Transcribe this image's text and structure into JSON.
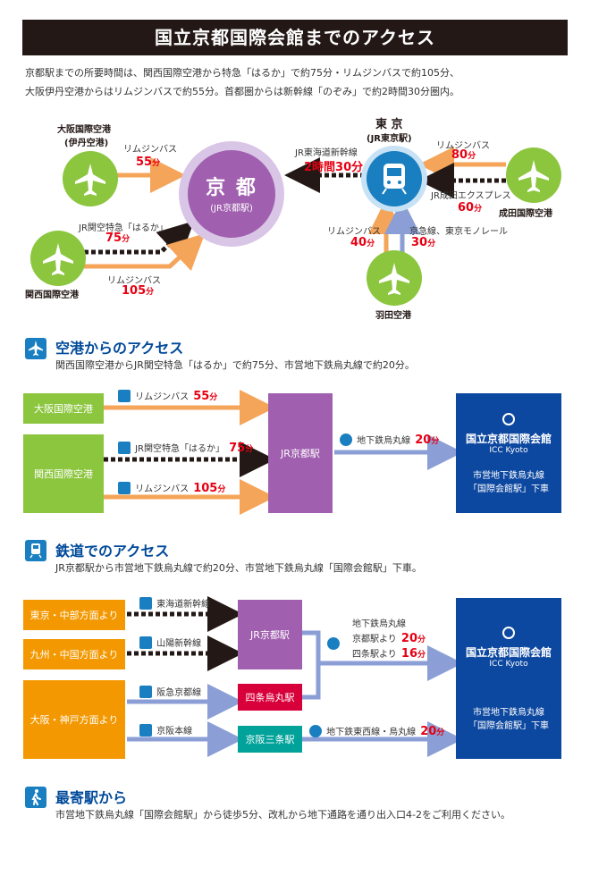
{
  "title": "国立京都国際会館までのアクセス",
  "intro": {
    "line1": "京都駅までの所要時間は、関西国際空港から特急「はるか」で約75分・リムジンバスで約105分、",
    "line2": "大阪伊丹空港からはリムジンバスで約55分。首都圏からは新幹線「のぞみ」で約2時間30分圏内。"
  },
  "map": {
    "kyoto": {
      "name": "京 都",
      "sub": "(JR京都駅)"
    },
    "tokyo": {
      "name": "東 京",
      "sub": "(JR東京駅)"
    },
    "itami": {
      "name": "大阪国際空港",
      "sub": "(伊丹空港)",
      "route": "リムジンバス",
      "time": "55",
      "unit": "分"
    },
    "kansai": {
      "name": "関西国際空港",
      "train": {
        "route": "JR関空特急「はるか」",
        "time": "75",
        "unit": "分"
      },
      "bus": {
        "route": "リムジンバス",
        "time": "105",
        "unit": "分"
      }
    },
    "shinkansen": {
      "route": "JR東海道新幹線",
      "time": "2時間30分"
    },
    "narita": {
      "name": "成田国際空港",
      "bus": {
        "route": "リムジンバス",
        "time": "80",
        "unit": "分"
      },
      "train": {
        "route": "JR成田エクスプレス",
        "time": "60",
        "unit": "分"
      }
    },
    "haneda": {
      "name": "羽田空港",
      "bus": {
        "route": "リムジンバス",
        "time": "40",
        "unit": "分"
      },
      "train": {
        "route": "京急線、東京モノレール",
        "time": "30",
        "unit": "分"
      }
    }
  },
  "airport": {
    "title": "空港からのアクセス",
    "desc": "関西国際空港からJR関空特急「はるか」で約75分、市営地下鉄烏丸線で約20分。",
    "itami_box": "大阪国際空港",
    "kansai_box": "関西国際空港",
    "itami_bus": {
      "route": "リムジンバス",
      "time": "55",
      "unit": "分"
    },
    "haruka": {
      "route": "JR関空特急「はるか」",
      "time": "75",
      "unit": "分"
    },
    "kansai_bus": {
      "route": "リムジンバス",
      "time": "105",
      "unit": "分"
    },
    "kyoto_station": "JR京都駅",
    "subway": {
      "route": "地下鉄烏丸線",
      "time": "20",
      "unit": "分"
    },
    "icc": {
      "name": "国立京都国際会館",
      "en": "ICC Kyoto",
      "line1": "市営地下鉄烏丸線",
      "line2": "「国際会館駅」下車"
    }
  },
  "rail": {
    "title": "鉄道でのアクセス",
    "desc": "JR京都駅から市営地下鉄烏丸線で約20分、市営地下鉄烏丸線「国際会館駅」下車。",
    "tokyo_box": "東京・中部方面より",
    "kyushu_box": "九州・中国方面より",
    "osaka_box": "大阪・神戸方面より",
    "tokaido": "東海道新幹線",
    "sanyo": "山陽新幹線",
    "hankyu": "阪急京都線",
    "keihan": "京阪本線",
    "kyoto_station": "JR京都駅",
    "shijo": "四条烏丸駅",
    "sanjo": "京阪三条駅",
    "karasuma": {
      "route": "地下鉄烏丸線",
      "from_kyoto": "京都駅より",
      "time1": "20",
      "from_shijo": "四条駅より",
      "time2": "16",
      "unit": "分"
    },
    "tozai": {
      "route": "地下鉄東西線・烏丸線",
      "time": "20",
      "unit": "分"
    },
    "icc": {
      "name": "国立京都国際会館",
      "en": "ICC Kyoto",
      "line1": "市営地下鉄烏丸線",
      "line2": "「国際会館駅」下車"
    }
  },
  "walk": {
    "title": "最寄駅から",
    "desc": "市営地下鉄烏丸線「国際会館駅」から徒歩5分、改札から地下通路を通り出入口4-2をご利用ください。"
  },
  "colors": {
    "orange": "#f39800",
    "green": "#8cc63f",
    "purple": "#a05faf",
    "blue": "#1a7fc1",
    "navy": "#0d48a0",
    "red": "#e60012",
    "lavender": "#8b9fd6"
  }
}
